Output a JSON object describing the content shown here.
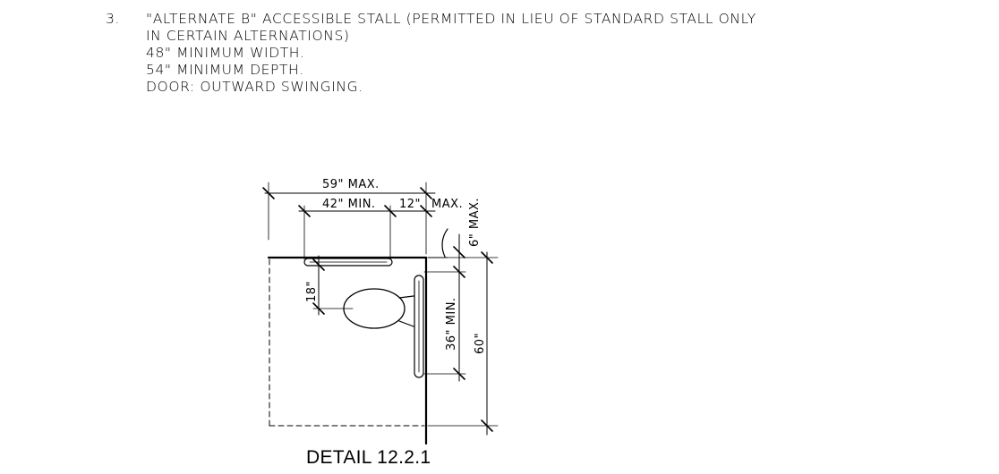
{
  "note": {
    "number": "3.",
    "lines": [
      "\"ALTERNATE B\" ACCESSIBLE STALL (PERMITTED IN LIEU OF STANDARD STALL ONLY",
      "IN CERTAIN ALTERNATIONS)",
      "48\" MINIMUM WIDTH.",
      "54\" MINIMUM DEPTH.",
      "DOOR: OUTWARD SWINGING."
    ]
  },
  "dimensions": {
    "overall_max": "59\" MAX.",
    "grab_bar_min": "42\" MIN.",
    "offset": "12\"",
    "offset_max": "MAX.",
    "door_gap": "6\" MAX.",
    "toilet_centerline": "18\"",
    "side_bar_min": "36\" MIN.",
    "side_bar_height": "60\""
  },
  "caption": "DETAIL 12.2.1"
}
